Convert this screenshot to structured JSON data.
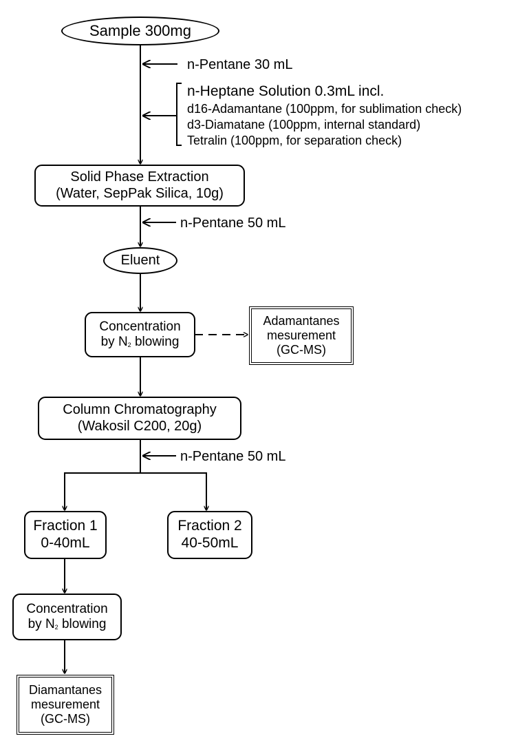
{
  "sample": "Sample 300mg",
  "reagent_1": "n-Pentane 30 mL",
  "standards": {
    "heading": "n-Heptane Solution 0.3mL incl.",
    "items": [
      "d16-Adamantane (100ppm, for sublimation check)",
      "d3-Diamatane (100ppm, internal standard)",
      "Tetralin (100ppm, for separation check)"
    ]
  },
  "spe": {
    "line1": "Solid Phase Extraction",
    "line2": "(Water, SepPak Silica, 10g)"
  },
  "reagent_2": "n-Pentane 50 mL",
  "eluent": "Eluent",
  "concentration_1": {
    "line1": "Concentration",
    "line2_pre": "by N",
    "line2_sub": "2",
    "line2_post": " blowing"
  },
  "adamantanes": {
    "line1": "Adamantanes",
    "line2": "mesurement",
    "line3": "(GC-MS)"
  },
  "column": {
    "line1": "Column Chromatography",
    "line2": "(Wakosil C200, 20g)"
  },
  "reagent_3": "n-Pentane 50 mL",
  "fraction_1": {
    "line1": "Fraction 1",
    "line2": "0-40mL"
  },
  "fraction_2": {
    "line1": "Fraction 2",
    "line2": "40-50mL"
  },
  "concentration_2": {
    "line1": "Concentration",
    "line2_pre": "by N",
    "line2_sub": "2",
    "line2_post": " blowing"
  },
  "diamantanes": {
    "line1": "Diamantanes",
    "line2": "mesurement",
    "line3": "(GC-MS)"
  }
}
